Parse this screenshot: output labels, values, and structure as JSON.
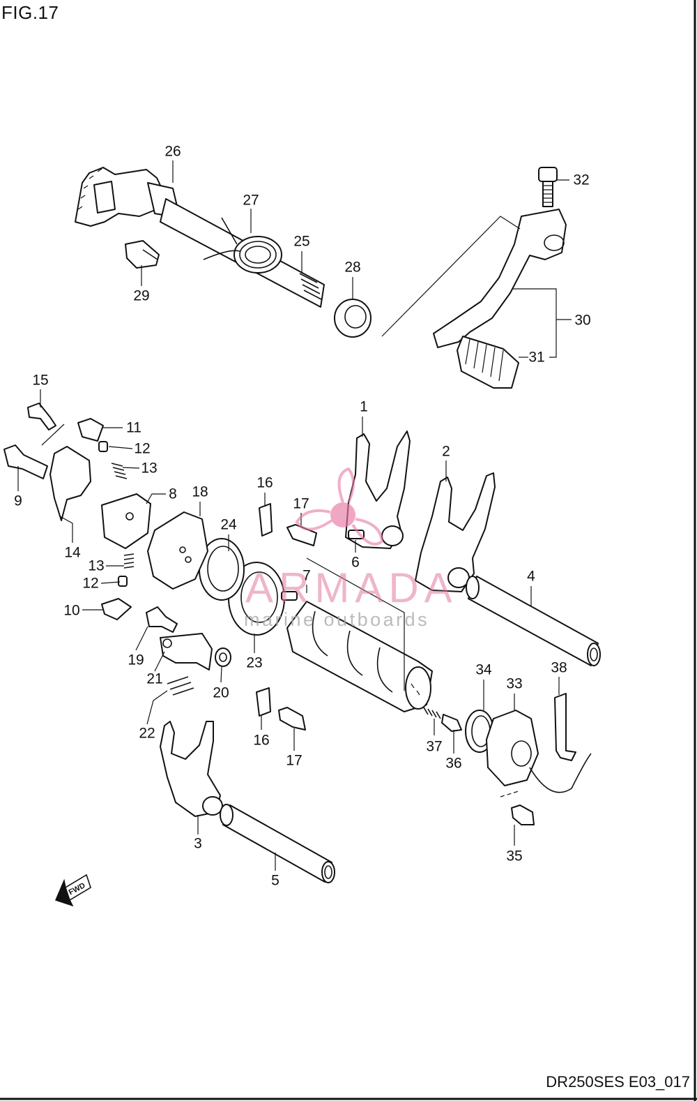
{
  "figure": {
    "title": "FIG.17",
    "code": "DR250SES E03_017"
  },
  "watermark": {
    "brand": "ARMADA",
    "tagline": "marine outboards",
    "color": "#e27ba2"
  },
  "direction_label": "FWD",
  "callouts": [
    {
      "id": "26",
      "label": "26"
    },
    {
      "id": "27",
      "label": "27"
    },
    {
      "id": "25",
      "label": "25"
    },
    {
      "id": "28",
      "label": "28"
    },
    {
      "id": "29",
      "label": "29"
    },
    {
      "id": "32",
      "label": "32"
    },
    {
      "id": "30",
      "label": "30"
    },
    {
      "id": "31",
      "label": "31"
    },
    {
      "id": "15",
      "label": "15"
    },
    {
      "id": "11",
      "label": "11"
    },
    {
      "id": "12a",
      "label": "12"
    },
    {
      "id": "13a",
      "label": "13"
    },
    {
      "id": "9",
      "label": "9"
    },
    {
      "id": "8",
      "label": "8"
    },
    {
      "id": "18",
      "label": "18"
    },
    {
      "id": "16a",
      "label": "16"
    },
    {
      "id": "17a",
      "label": "17"
    },
    {
      "id": "1",
      "label": "1"
    },
    {
      "id": "2",
      "label": "2"
    },
    {
      "id": "24",
      "label": "24"
    },
    {
      "id": "14",
      "label": "14"
    },
    {
      "id": "13b",
      "label": "13"
    },
    {
      "id": "12b",
      "label": "12"
    },
    {
      "id": "6",
      "label": "6"
    },
    {
      "id": "7",
      "label": "7"
    },
    {
      "id": "4",
      "label": "4"
    },
    {
      "id": "10",
      "label": "10"
    },
    {
      "id": "19",
      "label": "19"
    },
    {
      "id": "21",
      "label": "21"
    },
    {
      "id": "20",
      "label": "20"
    },
    {
      "id": "23",
      "label": "23"
    },
    {
      "id": "22",
      "label": "22"
    },
    {
      "id": "16b",
      "label": "16"
    },
    {
      "id": "17b",
      "label": "17"
    },
    {
      "id": "34",
      "label": "34"
    },
    {
      "id": "33",
      "label": "33"
    },
    {
      "id": "38",
      "label": "38"
    },
    {
      "id": "37",
      "label": "37"
    },
    {
      "id": "36",
      "label": "36"
    },
    {
      "id": "3",
      "label": "3"
    },
    {
      "id": "35",
      "label": "35"
    },
    {
      "id": "5",
      "label": "5"
    }
  ]
}
